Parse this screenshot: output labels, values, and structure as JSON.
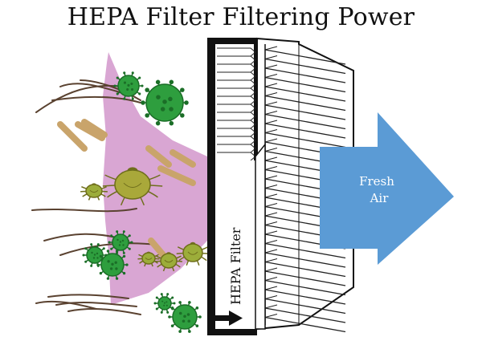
{
  "title": "HEPA Filter Filtering Power",
  "filter_label": "HEPA Filter",
  "arrow_label_line1": "Fresh",
  "arrow_label_line2": "Air",
  "colors": {
    "pollution_cone": "#d9a6d3",
    "virus": "#2e9e3e",
    "virus_dark": "#1b6e27",
    "mite": "#a9a83a",
    "mite_dark": "#6f6e1c",
    "mite_small": "#9cad3a",
    "dust_rod": "#c9a46b",
    "hair": "#5a4230",
    "arrow": "#5b9bd5",
    "arrow_text": "#ffffff",
    "frame": "#111111",
    "pleat": "#222222"
  },
  "icons": [
    "virus-icon",
    "dust-mite-icon",
    "hair-strand",
    "dust-particle",
    "direction-arrow-icon"
  ]
}
